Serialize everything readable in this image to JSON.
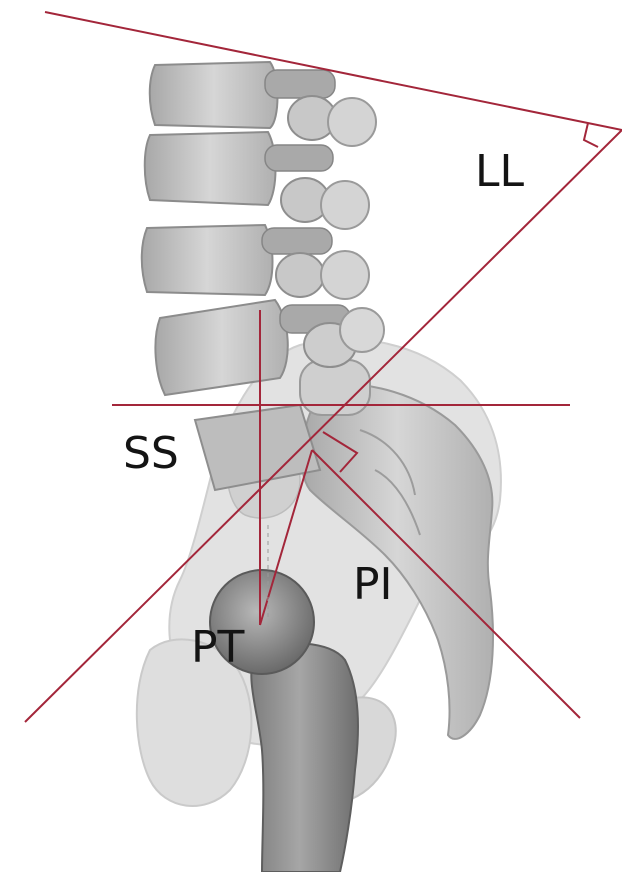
{
  "labels": {
    "ll": "LL",
    "ss": "SS",
    "pi": "PI",
    "pt": "PT"
  },
  "colors": {
    "background": "#ffffff",
    "line": "#a3263a",
    "bone_light": "#d2d2d2",
    "bone_mid": "#b4b4b4",
    "bone_dark": "#8c8c8c",
    "label_text": "#141414"
  }
}
